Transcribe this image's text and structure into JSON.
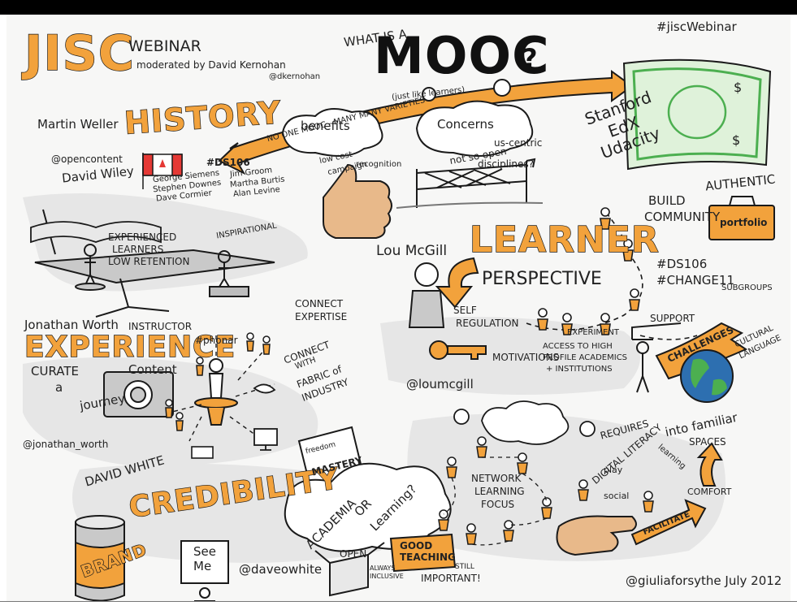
{
  "header": {
    "jisc": "JISC",
    "webinar": "WEBINAR",
    "moderated": "moderated by David Kernohan",
    "kernohan_handle": "@dkernohan",
    "what_is_a": "WHAT IS A",
    "mooc": "MOOC",
    "question": "?",
    "hashtag": "#jiscWebinar"
  },
  "history": {
    "speaker": "Martin Weller",
    "title": "HISTORY",
    "open_content": "@opencontent",
    "david_wiley": "David Wiley",
    "ds106": "#DS106",
    "names_col1": [
      "George Siemens",
      "Stephen Downes",
      "Dave Cormier"
    ],
    "names_col2": [
      "Jim Groom",
      "Martha Burtis",
      "Alan Levine"
    ],
    "experienced": [
      "EXPERIENCED",
      "LEARNERS",
      "LOW RETENTION"
    ],
    "inspirational": "INSPIRATIONAL"
  },
  "banner": {
    "no_one_mooc": "NO ONE MOOC - MANY MANY VARIETIES",
    "just_like": "(just like learners)",
    "providers": [
      "Stanford",
      "EdX",
      "Udacity"
    ]
  },
  "benefits": {
    "title": "benefits",
    "items": [
      "low cost",
      "campaign",
      "recognition"
    ]
  },
  "concerns": {
    "title": "Concerns",
    "items": [
      "not so open",
      "us-centric",
      "disciplines?"
    ]
  },
  "learner": {
    "speaker": "Lou McGill",
    "title": "LEARNER",
    "perspective": "PERSPECTIVE",
    "self": "SELF",
    "regulation": "REGULATION",
    "motivations": "MOTIVATIONS",
    "experiment": "EXPERIMENT",
    "access": [
      "ACCESS TO HIGH",
      "PROFILE ACADEMICS",
      "+ INSTITUTIONS"
    ],
    "handle": "@loumcgill",
    "build": "BUILD",
    "community": "COMMUNITY",
    "authentic": "AUTHENTIC",
    "portfolio": "portfolio",
    "ds106": "#DS106",
    "changeit": "#CHANGE11",
    "subgroups": "SUBGROUPS",
    "support": "SUPPORT",
    "challenges": "CHALLENGES",
    "cultural": [
      "CULTURAL",
      "LANGUAGE"
    ]
  },
  "experience": {
    "speaker": "Jonathan Worth",
    "instructor": "INSTRUCTOR",
    "title": "EXPERIENCE",
    "curate": "CURATE",
    "a": "a",
    "journey": "journey",
    "content": "Content",
    "phonar": "#phonar",
    "connect_expertise": [
      "CONNECT",
      "EXPERTISE"
    ],
    "connect_fabric": [
      "CONNECT",
      "WITH",
      "FABRIC of",
      "INDUSTRY"
    ],
    "handle": "@jonathan_worth"
  },
  "credibility": {
    "speaker": "DAVID WHITE",
    "title": "CREDIBILITY",
    "freedom": "freedom",
    "mastery": "MASTERY",
    "academia": "ACADEMIA",
    "or": "OR",
    "learning": "Learning?",
    "brand": "BRAND",
    "see_me": [
      "See",
      "Me"
    ],
    "handle": "@daveowhite",
    "open": "OPEN",
    "always_inclusive": [
      "ALWAYS",
      "INCLUSIVE"
    ],
    "good_teaching": [
      "GOOD",
      "TEACHING"
    ],
    "still_important": [
      "STILL",
      "IMPORTANT!"
    ]
  },
  "network": {
    "lines": [
      "NETWORK",
      "LEARNING",
      "FOCUS"
    ],
    "requires": "REQUIRES",
    "digital_literacy": "DIGITAL LITERACY",
    "into_familiar": "into familiar",
    "spaces": "SPACES",
    "play": "play",
    "learning": "learning",
    "social": "social",
    "comfort": "COMFORT",
    "facilitate": "FACILITATE"
  },
  "credit": "@giuliaforsythe  July 2012",
  "colors": {
    "orange": "#f2a23c",
    "ink": "#1a1a1a",
    "green": "#4caf50",
    "blue": "#2d6fb0",
    "paper": "#f7f7f6"
  }
}
